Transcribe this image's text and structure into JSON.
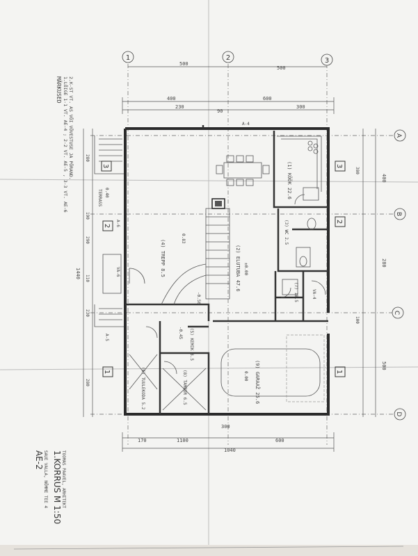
{
  "notes": {
    "title": "MÄRKUSED",
    "line1": "1.LÕIGE 1-1 VT. AE-4 ; 2-2 VT. AE-5 , 3-3 VT. AE-6",
    "line2": "2.K-ST VT. AS VÕI VÕVESTUSE JA PÕRAND."
  },
  "axes_top": [
    "1",
    "2",
    "3"
  ],
  "axes_right": [
    "A",
    "B",
    "C",
    "D"
  ],
  "dims_top": {
    "span_1_2": "500",
    "span_2_3": "500",
    "r1a": "400",
    "r1b": "600",
    "r2a": "230",
    "r2b": "300",
    "r3": "90"
  },
  "dims_bottom": {
    "d1": "170",
    "d2": "1100",
    "d3": "600",
    "total": "1040",
    "mid": "300"
  },
  "dims_left": {
    "total": "1440",
    "a": "280",
    "b": "190",
    "c": "290",
    "d": "110",
    "e": "230",
    "f": "280"
  },
  "dims_right": {
    "a": "400",
    "b": "280",
    "c": "500",
    "d": "380",
    "e": "100"
  },
  "rooms": {
    "kitchen": "(1) KÖÖK 22.6",
    "living": "(2) ELUTUBA 47.6",
    "wc": "(3) WC 2.5",
    "stair": "(4) TREPP 8.5",
    "garage": "(9) GARAAŽ 25.6",
    "hall": "(6) TUULEKODA 5.2",
    "cloak": "(5) KEMIK 8.5",
    "storage": "(7) 18.5",
    "corridor": "(8) TAMBUR 6.5"
  },
  "labels": {
    "a4": "A-4",
    "a5": "A-5",
    "a6": "A-6",
    "va4": "VA-4",
    "va6": "VA-6",
    "lev1": "±0.00",
    "lev2": "-0.50",
    "lev3": "0.00",
    "lev4": "-0.45",
    "lev5": "0.40",
    "lev6": "0.83",
    "elev_note": "TERRASS",
    "sec1": "1",
    "sec2": "2",
    "sec3": "3"
  },
  "titleblock": {
    "code": "AE-2",
    "project": "SAUE VALLA, NÕMME TEE 4",
    "title": "1.KORRUS M 1:50",
    "author": "TOOMAS PAAVEL, ARHITEKT"
  }
}
